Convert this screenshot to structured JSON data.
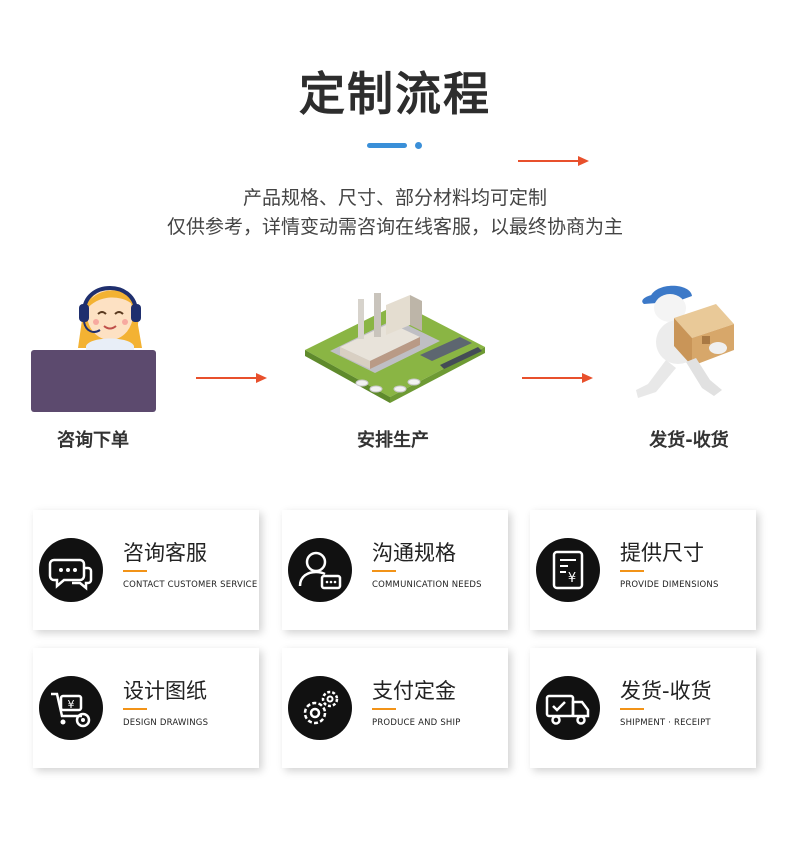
{
  "header": {
    "title": "定制流程",
    "subtitle_line1": "产品规格、尺寸、部分材料均可定制",
    "subtitle_line2": "仅供参考，详情变动需咨询在线客服，以最终协商为主"
  },
  "colors": {
    "accent_blue": "#3a8fd8",
    "arrow_orange": "#e8502c",
    "underline_orange": "#f29318",
    "icon_bg": "#111111"
  },
  "steps": [
    {
      "label": "咨询下单",
      "icon": "customer-service-agent-illustration"
    },
    {
      "label": "安排生产",
      "icon": "factory-illustration"
    },
    {
      "label": "发货-收货",
      "icon": "delivery-person-illustration"
    }
  ],
  "cards": [
    {
      "title": "咨询客服",
      "subtitle": "CONTACT CUSTOMER SERVICE",
      "icon": "chat-bubbles-icon"
    },
    {
      "title": "沟通规格",
      "subtitle": "COMMUNICATION NEEDS",
      "icon": "user-message-icon"
    },
    {
      "title": "提供尺寸",
      "subtitle": "PROVIDE DIMENSIONS",
      "icon": "document-yuan-icon"
    },
    {
      "title": "设计图纸",
      "subtitle": "DESIGN DRAWINGS",
      "icon": "cart-yuan-icon"
    },
    {
      "title": "支付定金",
      "subtitle": "PRODUCE AND SHIP",
      "icon": "gears-icon"
    },
    {
      "title": "发货-收货",
      "subtitle": "SHIPMENT · RECEIPT",
      "icon": "delivery-truck-icon"
    }
  ]
}
